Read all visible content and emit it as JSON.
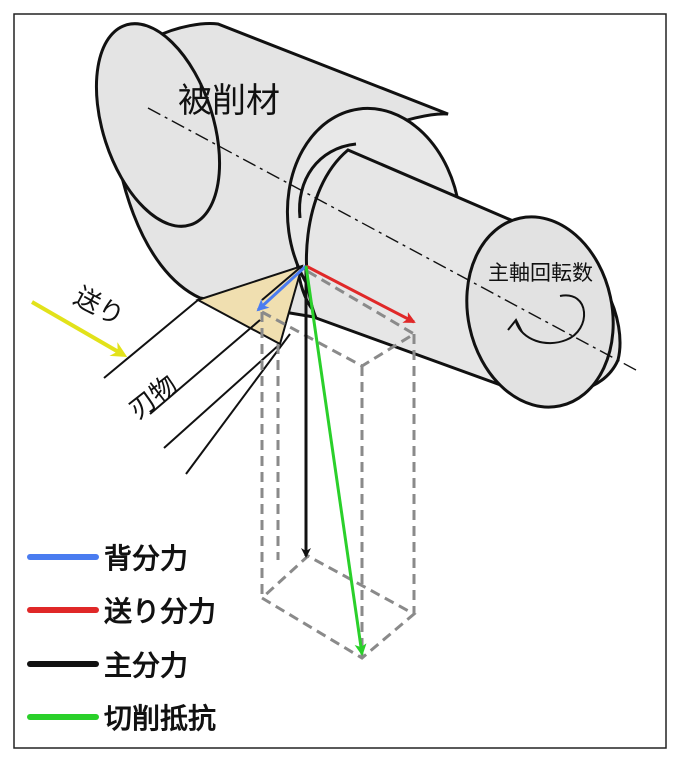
{
  "labels": {
    "workpiece": "被削材",
    "spindle_speed": "主軸回転数",
    "feed": "送り",
    "tool": "刃物"
  },
  "legend": [
    {
      "label": "背分力",
      "color": "#4a7cf0"
    },
    {
      "label": "送り分力",
      "color": "#e02828"
    },
    {
      "label": "主分力",
      "color": "#111111"
    },
    {
      "label": "切削抵抗",
      "color": "#2ad02a"
    }
  ],
  "colors": {
    "feed_arrow": "#e2e21a",
    "tool_face": "#f0dfb0",
    "box_dash": "#8a8a8a"
  }
}
